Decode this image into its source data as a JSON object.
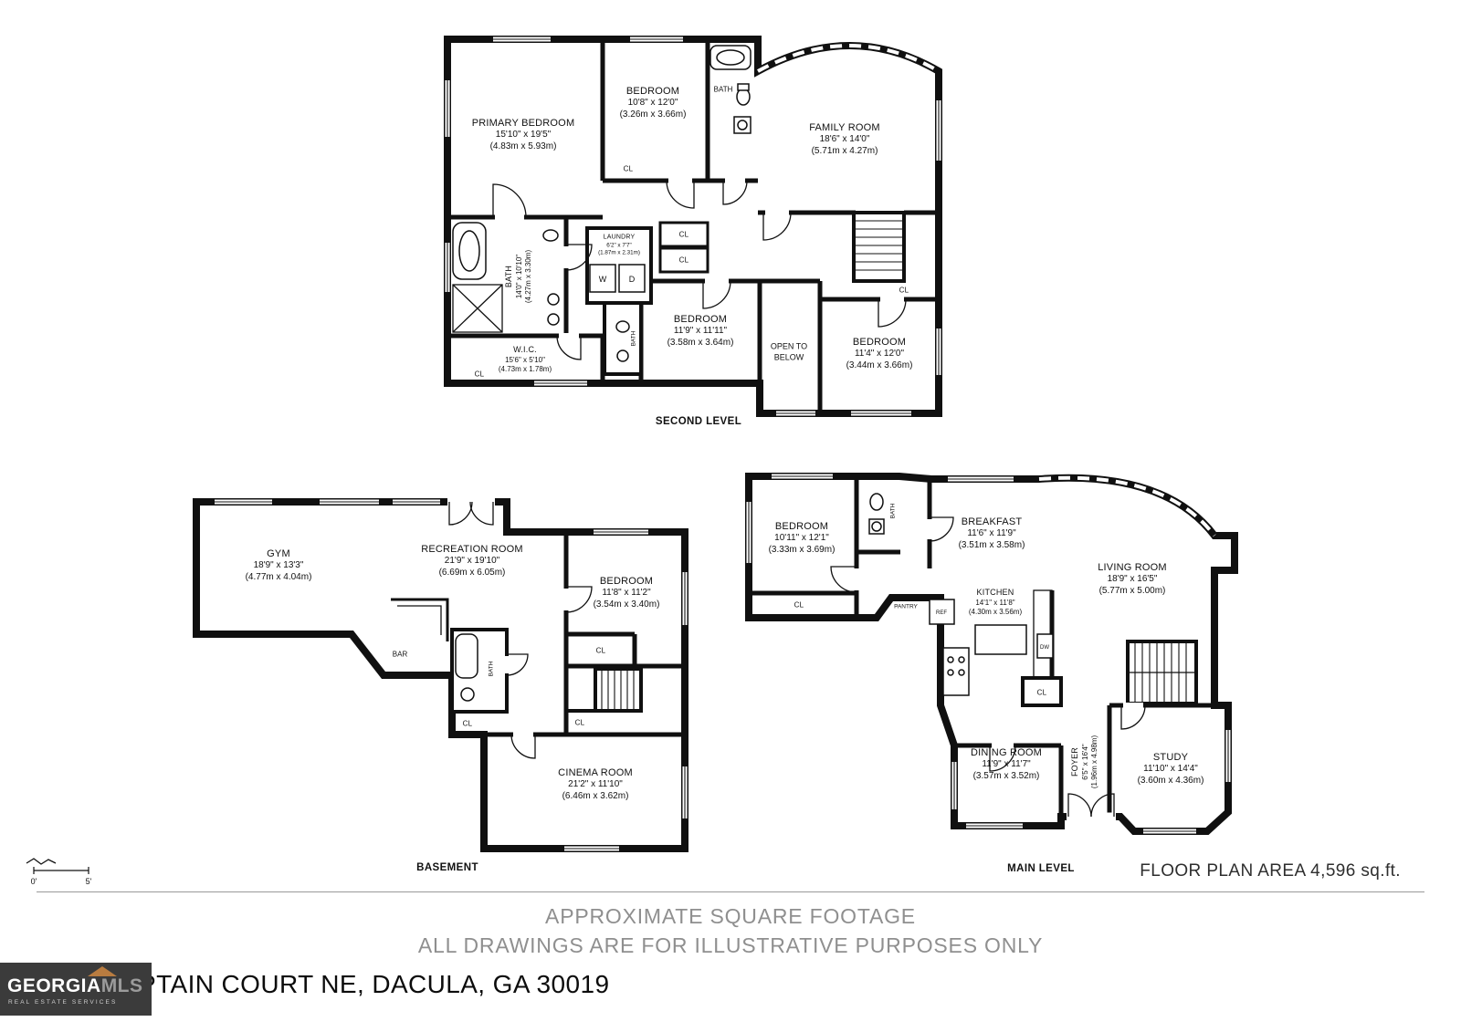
{
  "labels": {
    "closet": "CL",
    "bath": "BATH",
    "washer": "W",
    "dryer": "D",
    "ref": "REF",
    "dw": "DW",
    "pantry": "PANTRY",
    "bar": "BAR",
    "open_to_below": "OPEN TO BELOW"
  },
  "levels": {
    "second": {
      "title": "SECOND LEVEL",
      "rooms": {
        "primary_bedroom": {
          "name": "PRIMARY BEDROOM",
          "dim_ft": "15'10\" x 19'5\"",
          "dim_m": "(4.83m x 5.93m)"
        },
        "bedroom_a": {
          "name": "BEDROOM",
          "dim_ft": "10'8\" x 12'0\"",
          "dim_m": "(3.26m x 3.66m)"
        },
        "family_room": {
          "name": "FAMILY ROOM",
          "dim_ft": "18'6\" x 14'0\"",
          "dim_m": "(5.71m x 4.27m)"
        },
        "laundry": {
          "name": "LAUNDRY",
          "dim_ft": "6'2\" x 7'7\"",
          "dim_m": "(1.87m x 2.31m)"
        },
        "bath": {
          "name": "BATH",
          "dim_ft": "14'0\" x 10'10\"",
          "dim_m": "(4.27m x 3.30m)"
        },
        "wic": {
          "name": "W.I.C.",
          "dim_ft": "15'6\" x 5'10\"",
          "dim_m": "(4.73m x 1.78m)"
        },
        "bedroom_b": {
          "name": "BEDROOM",
          "dim_ft": "11'9\" x 11'11\"",
          "dim_m": "(3.58m x 3.64m)"
        },
        "bedroom_c": {
          "name": "BEDROOM",
          "dim_ft": "11'4\" x 12'0\"",
          "dim_m": "(3.44m x 3.66m)"
        }
      }
    },
    "basement": {
      "title": "BASEMENT",
      "rooms": {
        "gym": {
          "name": "GYM",
          "dim_ft": "18'9\" x 13'3\"",
          "dim_m": "(4.77m x 4.04m)"
        },
        "recreation": {
          "name": "RECREATION ROOM",
          "dim_ft": "21'9\" x 19'10\"",
          "dim_m": "(6.69m x 6.05m)"
        },
        "bedroom": {
          "name": "BEDROOM",
          "dim_ft": "11'8\" x 11'2\"",
          "dim_m": "(3.54m x 3.40m)"
        },
        "cinema": {
          "name": "CINEMA ROOM",
          "dim_ft": "21'2\" x 11'10\"",
          "dim_m": "(6.46m x 3.62m)"
        }
      }
    },
    "main": {
      "title": "MAIN LEVEL",
      "rooms": {
        "bedroom": {
          "name": "BEDROOM",
          "dim_ft": "10'11\" x 12'1\"",
          "dim_m": "(3.33m x 3.69m)"
        },
        "breakfast": {
          "name": "BREAKFAST",
          "dim_ft": "11'6\" x 11'9\"",
          "dim_m": "(3.51m x 3.58m)"
        },
        "living": {
          "name": "LIVING ROOM",
          "dim_ft": "18'9\" x 16'5\"",
          "dim_m": "(5.77m x 5.00m)"
        },
        "kitchen": {
          "name": "KITCHEN",
          "dim_ft": "14'1\" x 11'8\"",
          "dim_m": "(4.30m x 3.56m)"
        },
        "dining": {
          "name": "DINING ROOM",
          "dim_ft": "11'9\" x 11'7\"",
          "dim_m": "(3.57m x 3.52m)"
        },
        "foyer": {
          "name": "FOYER",
          "dim_ft": "6'5\" x 16'4\"",
          "dim_m": "(1.96m x 4.98m)"
        },
        "study": {
          "name": "STUDY",
          "dim_ft": "11'10\" x 14'4\"",
          "dim_m": "(3.60m x 4.36m)"
        }
      }
    }
  },
  "footer": {
    "area": "FLOOR PLAN AREA 4,596 sq.ft.",
    "disclaimer1": "APPROXIMATE SQUARE FOOTAGE",
    "disclaimer2": "ALL DRAWINGS ARE FOR ILLUSTRATIVE PURPOSES ONLY",
    "address": "PTAIN COURT NE, DACULA, GA 30019"
  },
  "logo": {
    "name1": "GEORGIA",
    "name2": "MLS",
    "tagline": "REAL ESTATE SERVICES"
  },
  "scale": {
    "zero": "0'",
    "five": "5'"
  }
}
